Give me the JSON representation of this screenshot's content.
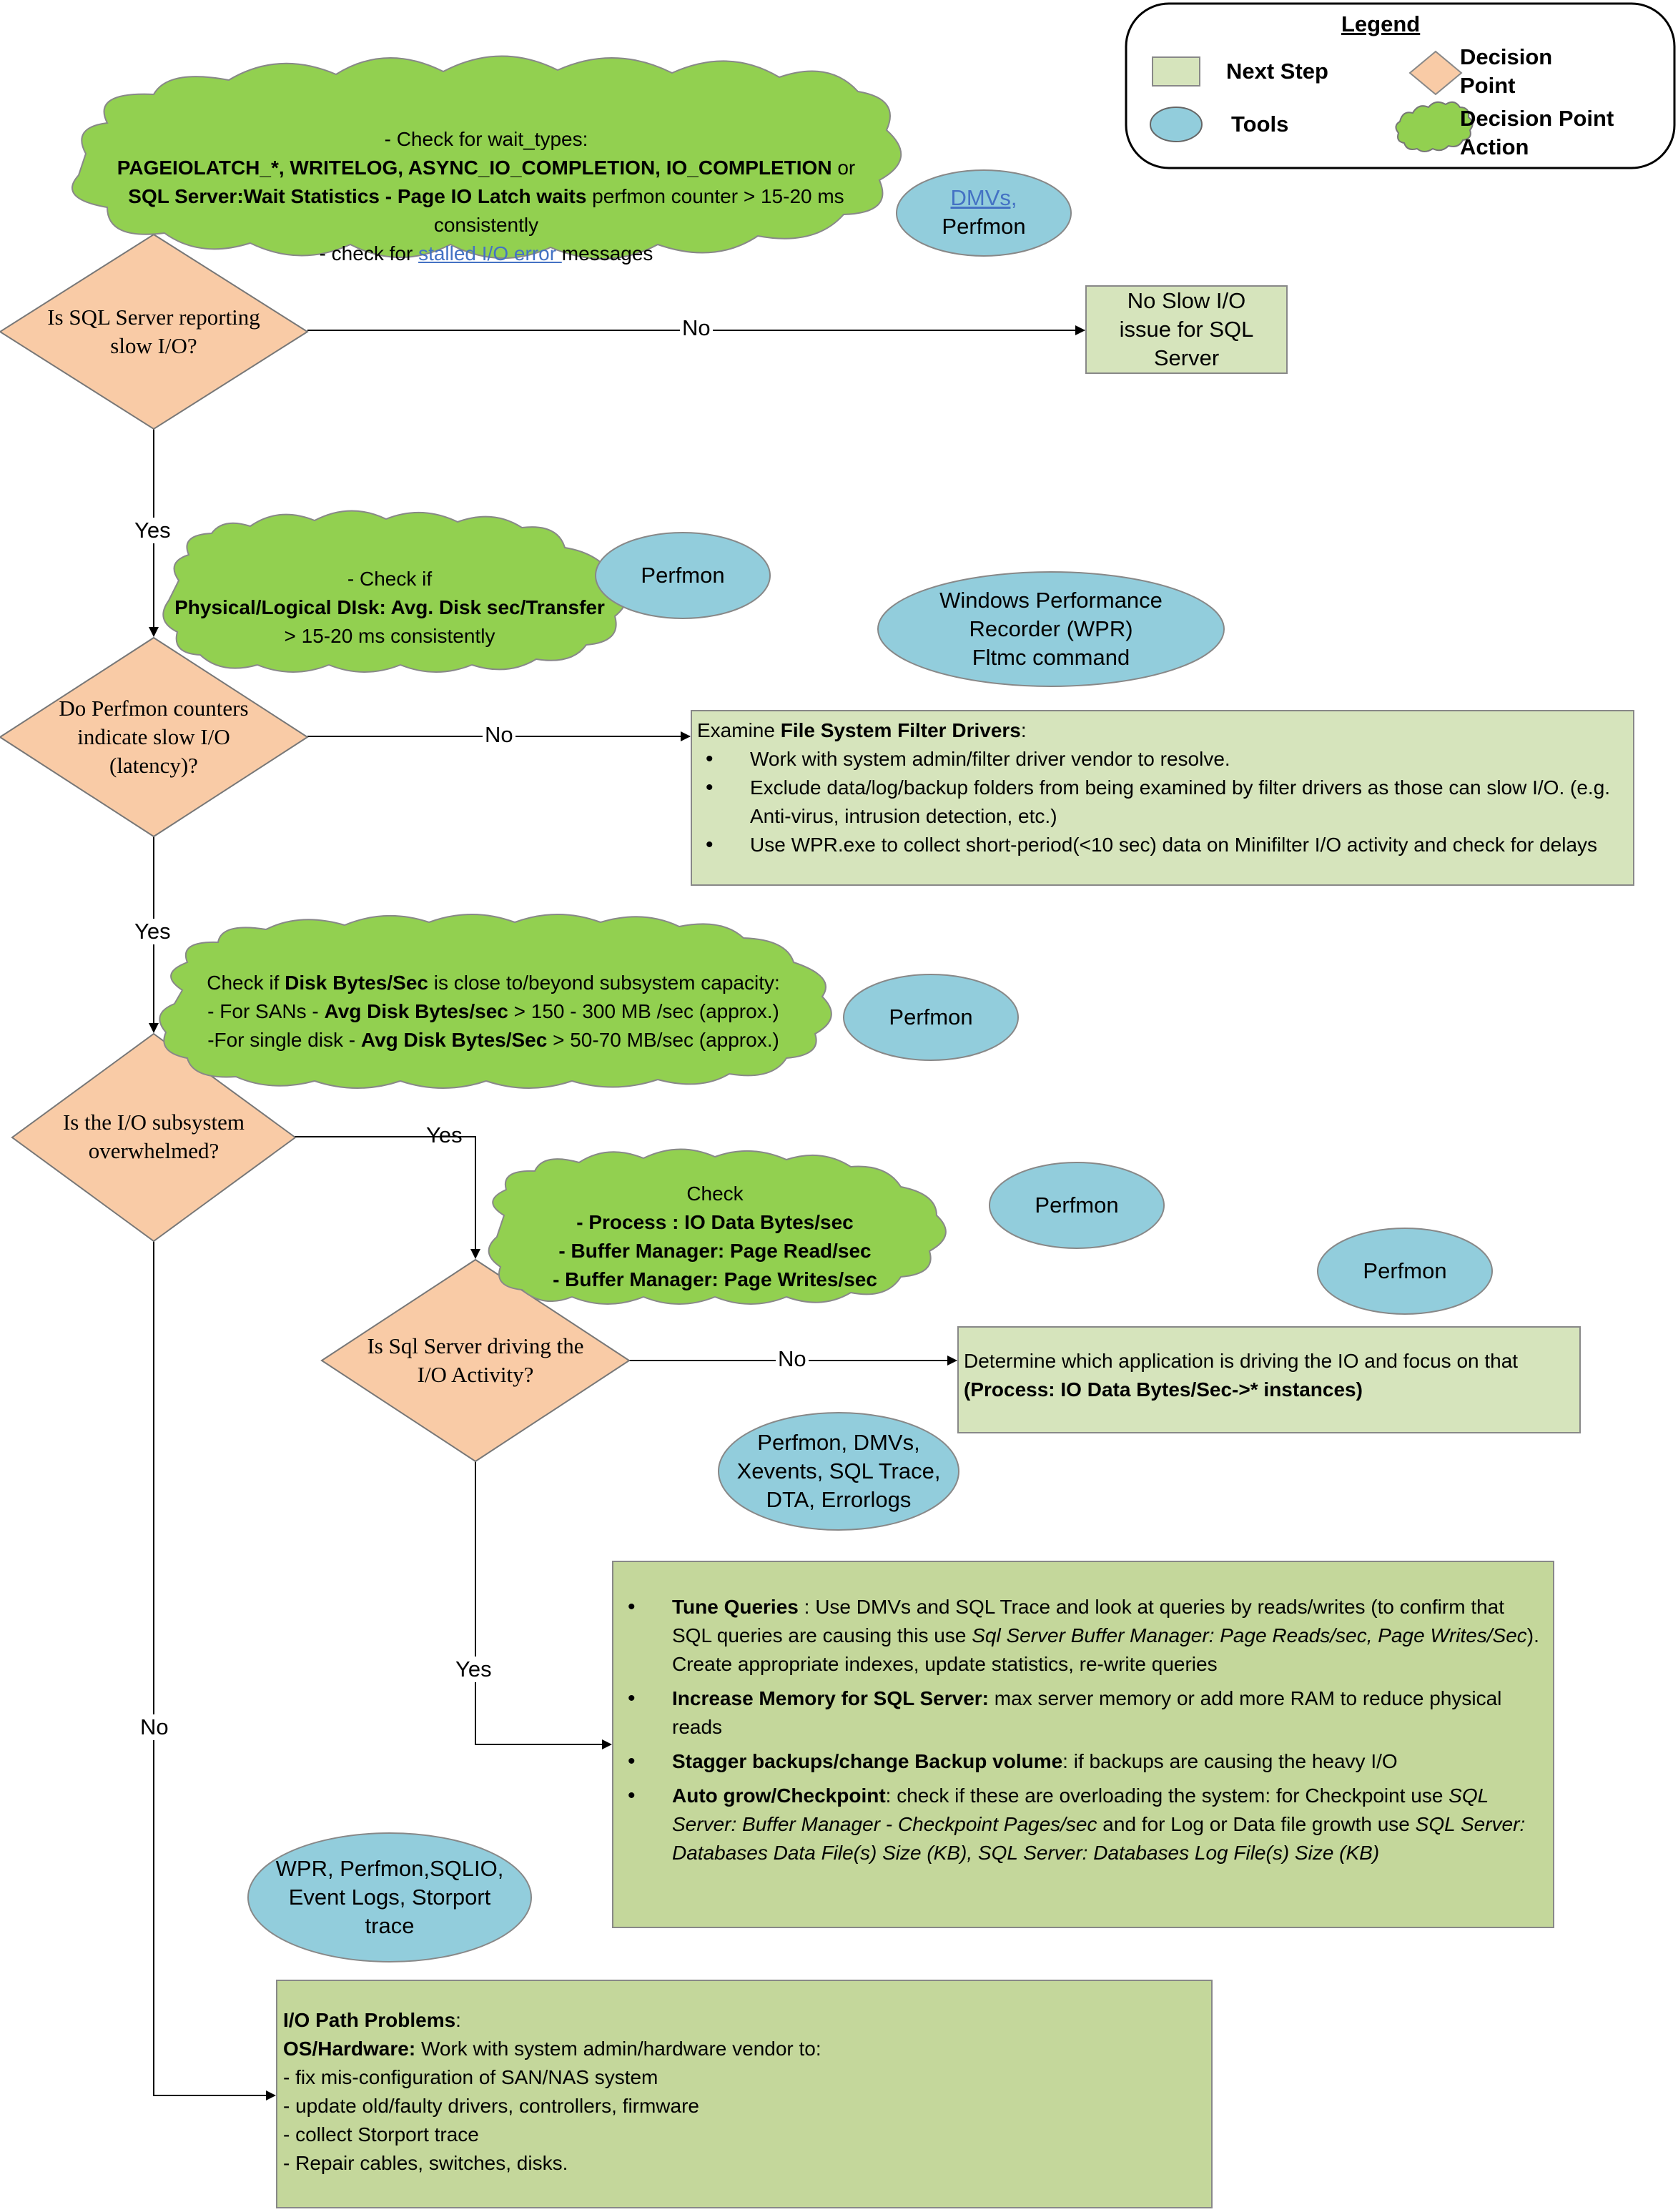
{
  "legend": {
    "title": "Legend",
    "next_step": "Next Step",
    "decision_point": "Decision Point",
    "tools": "Tools",
    "decision_point_action": "Decision Point Action",
    "colors": {
      "next_step": "#d6e4bc",
      "decision": "#f9cba6",
      "tools": "#92cddc",
      "action": "#92d050"
    }
  },
  "decisions": {
    "d1": "Is SQL Server reporting slow I/O?",
    "d2": "Do Perfmon counters indicate slow I/O (latency)?",
    "d3": "Is the I/O subsystem overwhelmed?",
    "d4": "Is Sql Server driving the I/O Activity?"
  },
  "edge_labels": {
    "no": "No",
    "yes": "Yes"
  },
  "actions": {
    "c1": {
      "line1": "- Check for wait_types:",
      "line2_bold": "PAGEIOLATCH_*,  WRITELOG, ASYNC_IO_COMPLETION, IO_COMPLETION",
      "line2_tail": " or",
      "line3_bold": "SQL Server:Wait Statistics - Page IO Latch waits",
      "line3_tail": " perfmon counter > 15-20 ms",
      "line4": "consistently",
      "line5_pre": "- check for ",
      "line5_link": "stalled I/O error ",
      "line5_post": "messages"
    },
    "c2": {
      "line1": "- Check if",
      "line2_bold": "Physical/Logical DIsk: Avg. Disk sec/Transfer",
      "line3": "> 15-20 ms consistently"
    },
    "c3": {
      "line1_pre": "Check if ",
      "line1_bold": "Disk Bytes/Sec",
      "line1_post": " is close to/beyond subsystem capacity:",
      "line2_pre": "- For SANs - ",
      "line2_bold": "Avg Disk Bytes/sec",
      "line2_post": " > 150 - 300 MB /sec   (approx.)",
      "line3_pre": "-For single disk - ",
      "line3_bold": "Avg Disk Bytes/Sec",
      "line3_post": " > 50-70 MB/sec (approx.)"
    },
    "c4": {
      "line1": "Check",
      "line2": "- Process : IO Data Bytes/sec",
      "line3": "- Buffer Manager: Page Read/sec",
      "line4": "- Buffer Manager: Page Writes/sec"
    }
  },
  "tools": {
    "t1_link": "DMVs,",
    "t1_text": "Perfmon",
    "t2": "Perfmon",
    "t3": [
      "Windows Performance",
      "Recorder (WPR)",
      "Fltmc command"
    ],
    "t4": "Perfmon",
    "t5": "Perfmon",
    "t6": "Perfmon",
    "t7": [
      "Perfmon, DMVs,",
      "Xevents, SQL Trace,",
      "DTA, Errorlogs"
    ],
    "t8": [
      "WPR, Perfmon,SQLIO,",
      "Event Logs, Storport",
      "trace"
    ]
  },
  "steps": {
    "s1": [
      "No Slow I/O",
      "issue for SQL",
      "Server"
    ],
    "s2": {
      "intro_pre": "Examine ",
      "intro_bold": "File System Filter Drivers",
      "intro_post": ":",
      "bullets": [
        "Work with system admin/filter driver vendor to resolve.",
        "Exclude data/log/backup folders from being examined by filter drivers as those can slow I/O. (e.g. Anti-virus, intrusion detection, etc.)",
        "Use WPR.exe to collect short-period(<10 sec) data on Minifilter I/O activity and check for delays"
      ]
    },
    "s3": {
      "line1": "Determine which application is driving the IO and focus on that",
      "line2": "(Process: IO Data Bytes/Sec->* instances)"
    },
    "s4": {
      "b1_bold": "Tune Queries",
      "b1_a": " : Use DMVs and SQL Trace and look at queries by reads/writes (to   confirm that SQL queries are causing this use ",
      "b1_i": "Sql Server Buffer Manager: Page Reads/sec, Page Writes/Sec",
      "b1_b": "). Create appropriate indexes, update statistics, re-write queries",
      "b2_bold": "Increase Memory for SQL Server:",
      "b2_a": " max server memory or add more RAM to reduce physical reads",
      "b3_bold": "Stagger backups/change Backup volume",
      "b3_a": ": if backups are causing the heavy I/O",
      "b4_bold": "Auto grow/Checkpoint",
      "b4_a": ": check if these are overloading the system: for Checkpoint use ",
      "b4_i1": "SQL Server: Buffer Manager - Checkpoint Pages/sec",
      "b4_b": " and for Log or Data file growth use ",
      "b4_i2": "SQL Server: Databases Data File(s) Size (KB), SQL Server: Databases Log File(s) Size (KB)"
    },
    "s5": {
      "title": "I/O Path Problems",
      "title_post": ":",
      "line2_bold": "OS/Hardware:",
      "line2_post": " Work with system admin/hardware vendor to:",
      "items": [
        "- fix mis-configuration of SAN/NAS system",
        "- update old/faulty drivers, controllers, firmware",
        "- collect Storport trace",
        "- Repair cables, switches, disks."
      ]
    }
  }
}
